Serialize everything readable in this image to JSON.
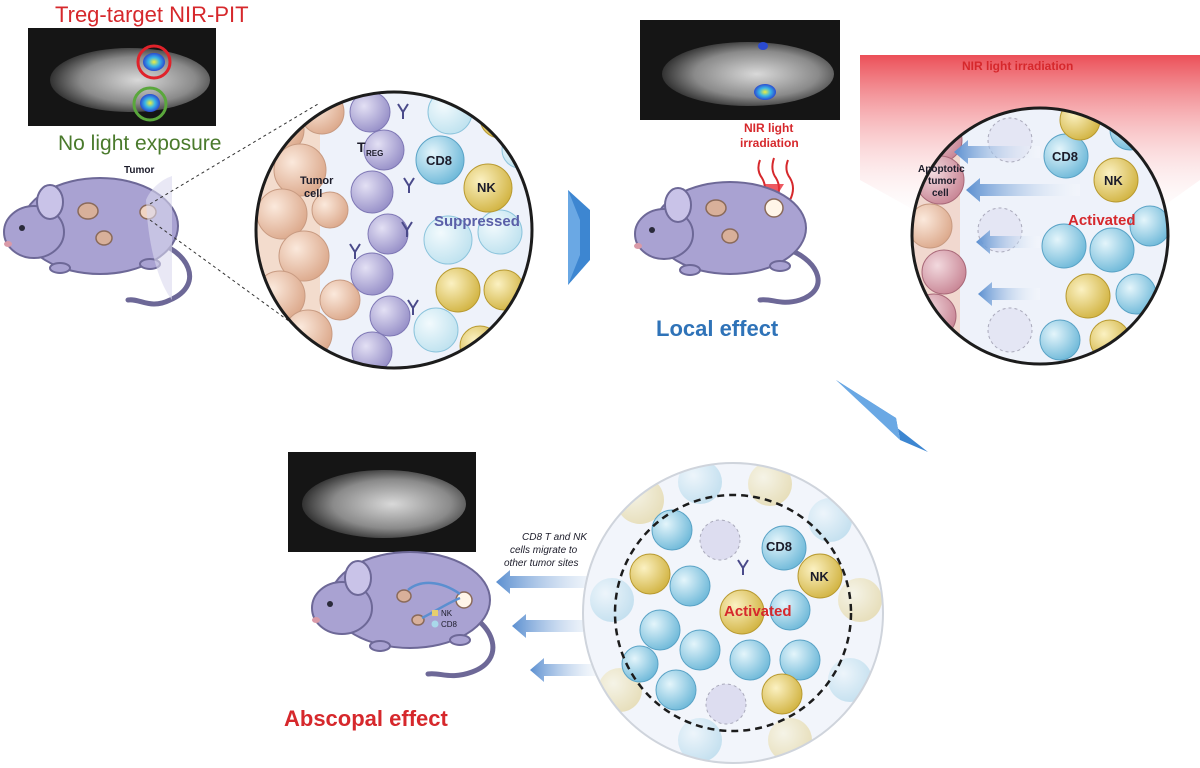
{
  "panel1": {
    "title": "Treg-target NIR-PIT",
    "no_light": "No light exposure",
    "mouse_tumor_label": "Tumor",
    "circle": {
      "tumor_cell": [
        "Tumor",
        "cell"
      ],
      "treg_main": "T",
      "treg_sub": "REG",
      "cd8": "CD8",
      "nk": "NK",
      "status": "Suppressed"
    }
  },
  "panel2": {
    "irradiation_label": [
      "NIR light",
      "irradiation"
    ],
    "caption": "Local effect"
  },
  "panel3": {
    "top_label": "NIR light irradiation",
    "apoptotic": [
      "Apoptotic",
      "tumor",
      "cell"
    ],
    "cd8": "CD8",
    "nk": "NK",
    "status": "Activated"
  },
  "panel4": {
    "migrate_text": [
      "CD8 T and NK",
      "cells migrate to",
      "other tumor sites"
    ],
    "legend_nk": "NK",
    "legend_cd8": "CD8",
    "cd8": "CD8",
    "nk": "NK",
    "status": "Activated",
    "caption": "Abscopal effect"
  },
  "colors": {
    "tumor_cell": "#efc9b0",
    "treg": "#b3aed8",
    "cd8": "#a9d8ea",
    "nk": "#e7cf6f",
    "mouse": "#a9a2d2",
    "arrow_blue": "#3d86d1",
    "red_label": "#d6282c",
    "green_label": "#4a7a2c"
  }
}
